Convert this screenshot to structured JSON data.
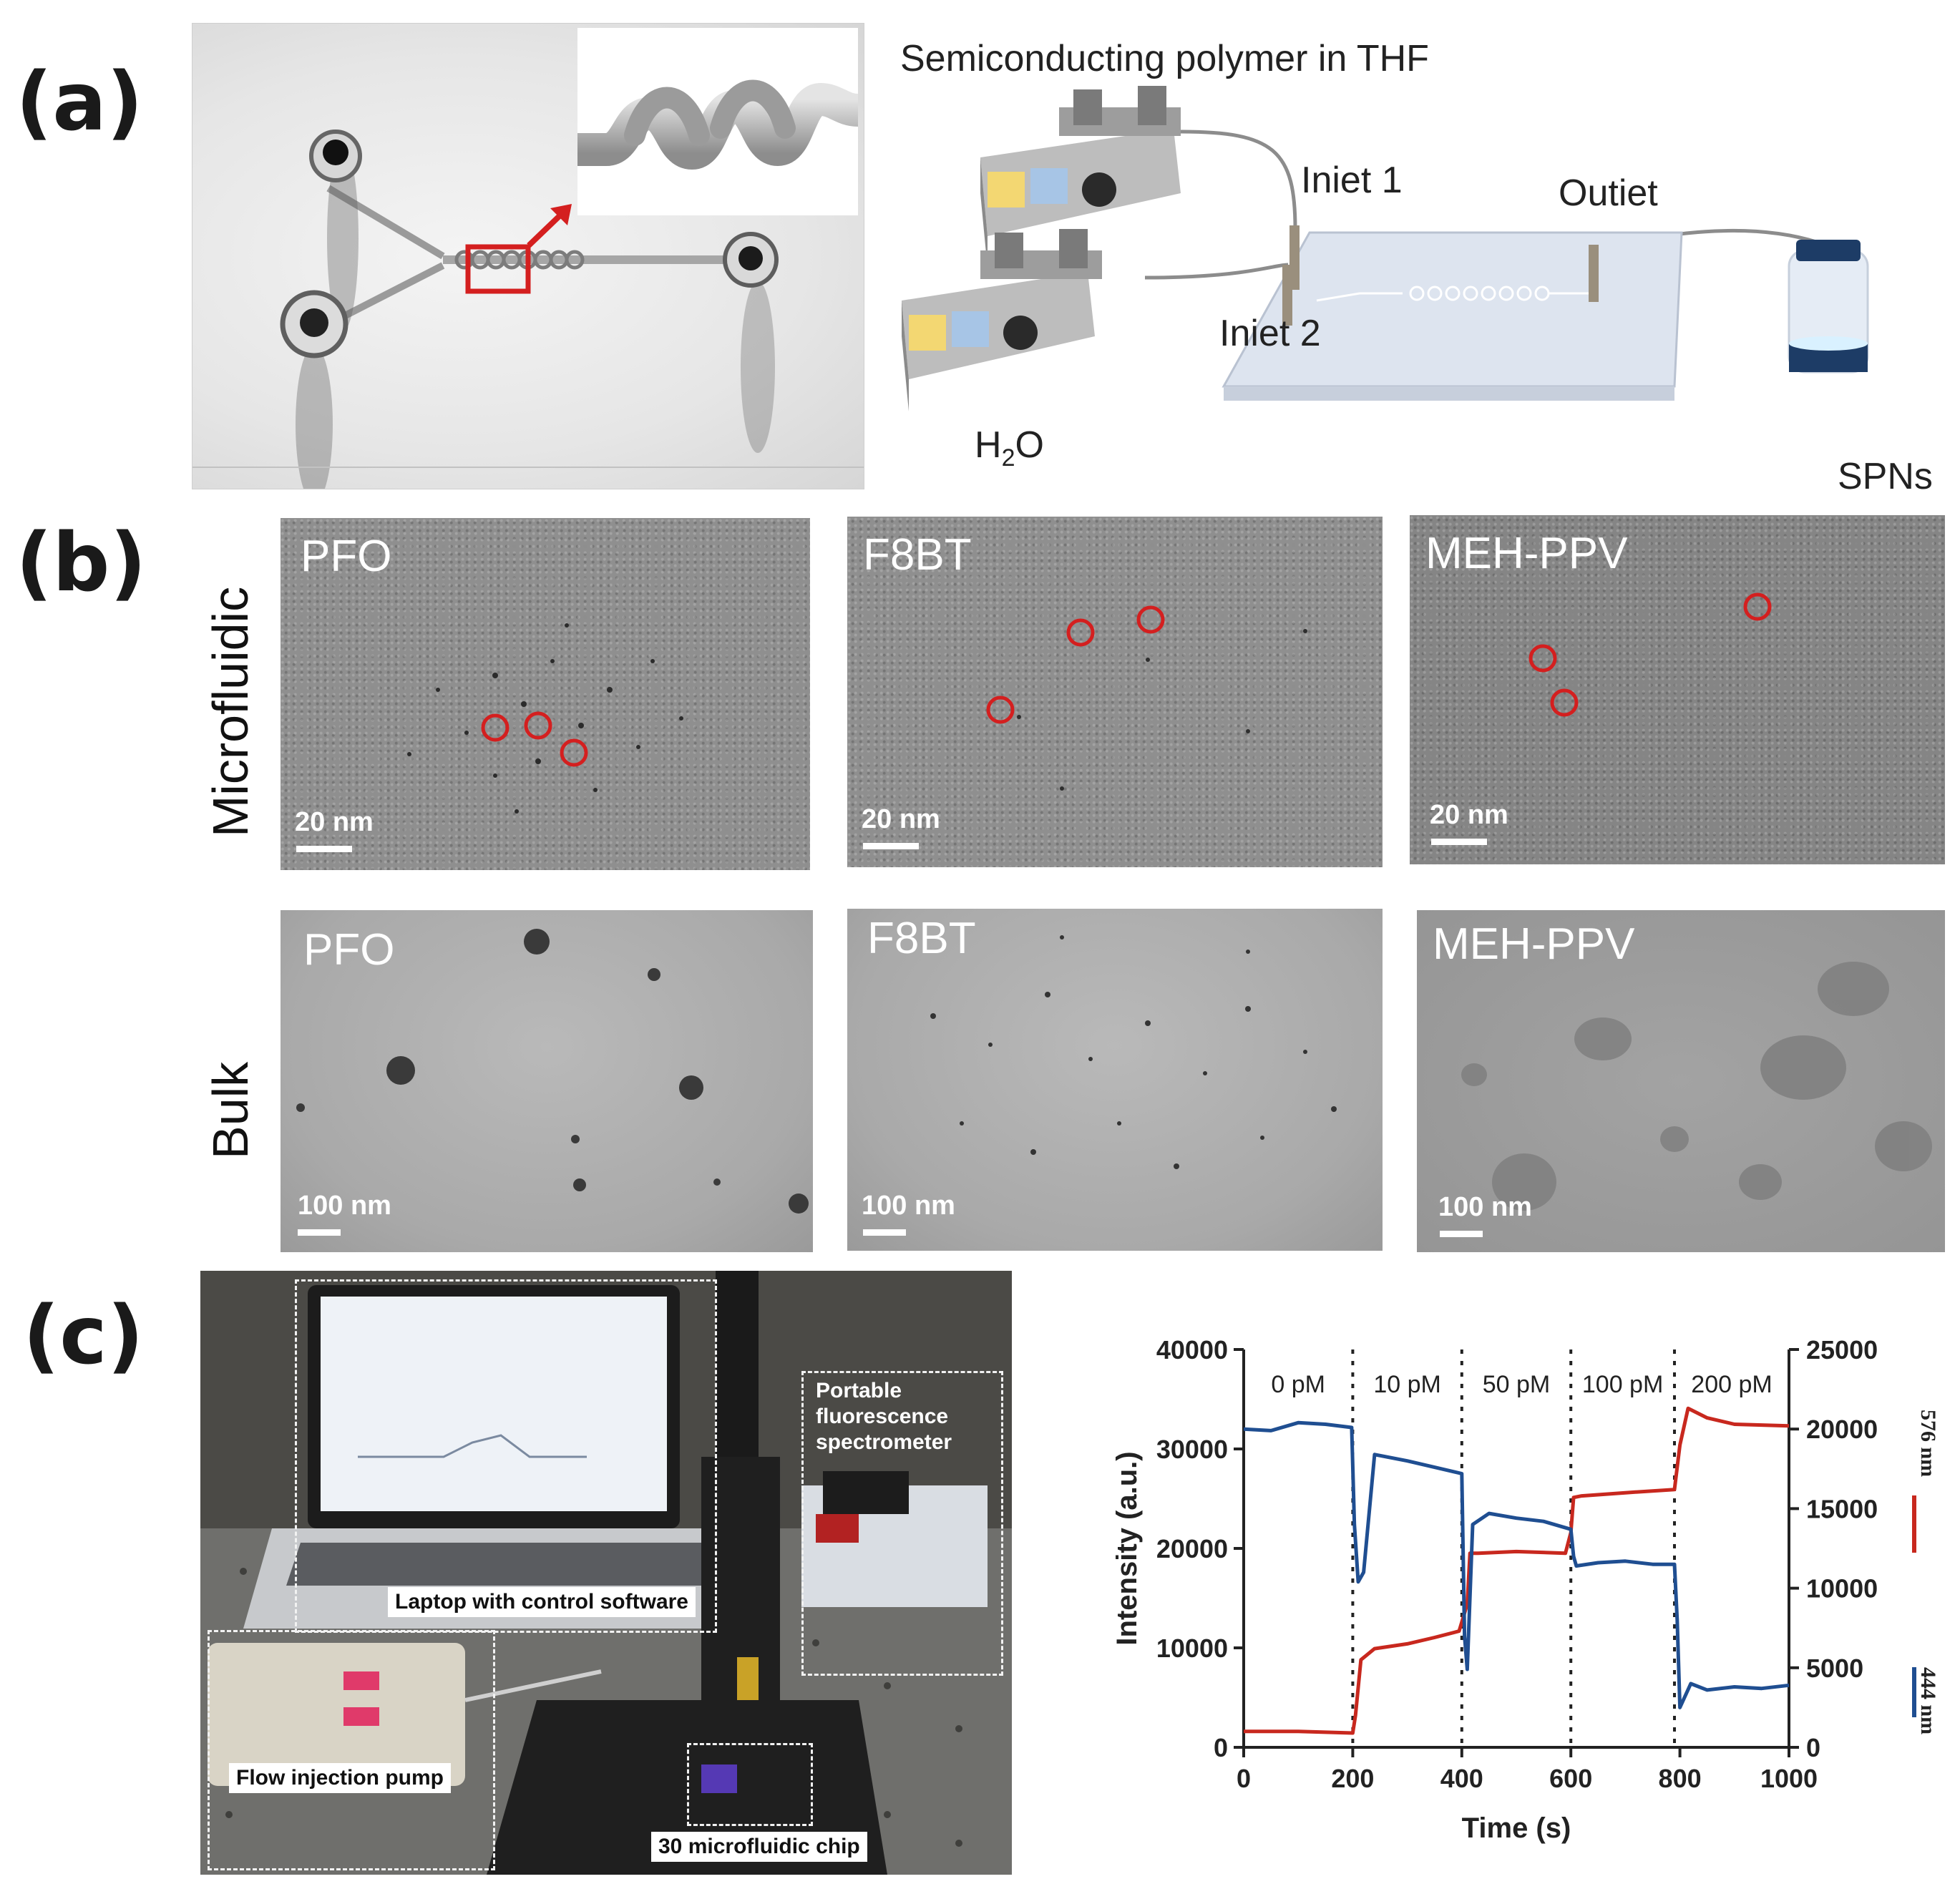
{
  "panel_a": {
    "label": "(a)",
    "title": "Semiconducting polymer in THF",
    "inlet1": "Iniet 1",
    "inlet2": "Iniet 2",
    "outlet": "Outiet",
    "water_main": "H",
    "water_sub": "2",
    "water_tail": "O",
    "product": "SPNs"
  },
  "panel_b": {
    "label": "(b)",
    "row_top": "Microfluidic",
    "row_bottom": "Bulk",
    "images": [
      {
        "name": "PFO",
        "scale": "20 nm"
      },
      {
        "name": "F8BT",
        "scale": "20 nm"
      },
      {
        "name": "MEH-PPV",
        "scale": "20 nm"
      },
      {
        "name": "PFO",
        "scale": "100 nm"
      },
      {
        "name": "F8BT",
        "scale": "100 nm"
      },
      {
        "name": "MEH-PPV",
        "scale": "100 nm"
      }
    ]
  },
  "panel_c": {
    "label": "(c)",
    "captions": {
      "laptop": "Laptop with control software",
      "spectrometer_1": "Portable",
      "spectrometer_2": "fluorescence",
      "spectrometer_3": "spectrometer",
      "pump": "Flow injection pump",
      "chip": "30 microfluidic chip"
    }
  },
  "colors": {
    "red_series": "#c8281e",
    "blue_series": "#1f4e91",
    "tem_circle": "#d41f1f"
  },
  "chart_data": {
    "type": "line",
    "xlabel": "Time (s)",
    "ylabel_left": "Intensity (a.u.)",
    "xlim": [
      0,
      1000
    ],
    "ylim_left": [
      0,
      40000
    ],
    "ylim_right": [
      0,
      25000
    ],
    "x_ticks": [
      "0",
      "200",
      "400",
      "600",
      "800",
      "1000"
    ],
    "y_left_ticks": [
      "0",
      "10000",
      "20000",
      "30000",
      "40000"
    ],
    "y_right_ticks": [
      "0",
      "5000",
      "10000",
      "15000",
      "20000",
      "25000"
    ],
    "segments": [
      "0 pM",
      "10 pM",
      "50 pM",
      "100 pM",
      "200 pM"
    ],
    "segment_boundaries": [
      200,
      400,
      600,
      790
    ],
    "legend": [
      "576 nm",
      "444 nm"
    ],
    "series": [
      {
        "name": "576 nm",
        "axis": "right",
        "color": "#c8281e",
        "x": [
          0,
          100,
          200,
          205,
          215,
          240,
          300,
          350,
          395,
          410,
          415,
          430,
          500,
          590,
          600,
          605,
          620,
          700,
          790,
          800,
          815,
          850,
          900,
          1000
        ],
        "y": [
          1000,
          1000,
          900,
          2000,
          5500,
          6200,
          6500,
          6900,
          7300,
          9000,
          12200,
          12200,
          12300,
          12200,
          13500,
          15700,
          15800,
          16000,
          16200,
          19000,
          21300,
          20700,
          20300,
          20200
        ]
      },
      {
        "name": "444 nm",
        "axis": "right",
        "color": "#1f4e91",
        "x": [
          0,
          50,
          100,
          150,
          198,
          203,
          210,
          220,
          240,
          300,
          350,
          400,
          405,
          410,
          420,
          450,
          500,
          550,
          600,
          605,
          610,
          650,
          700,
          750,
          790,
          795,
          800,
          820,
          850,
          900,
          950,
          1000
        ],
        "y": [
          20000,
          19900,
          20400,
          20300,
          20100,
          14000,
          10400,
          11000,
          18400,
          18000,
          17600,
          17200,
          7000,
          4900,
          14000,
          14700,
          14400,
          14200,
          13700,
          12000,
          11400,
          11600,
          11700,
          11500,
          11500,
          8000,
          2500,
          4000,
          3600,
          3800,
          3700,
          3900
        ]
      }
    ]
  }
}
